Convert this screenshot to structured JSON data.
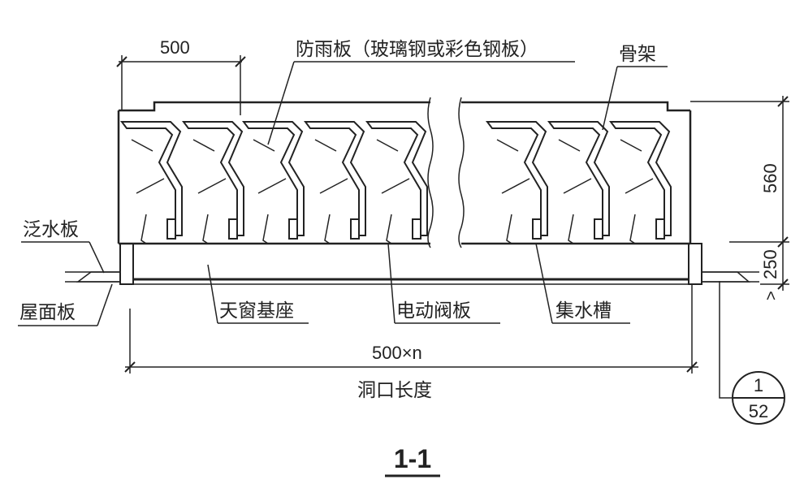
{
  "labels": {
    "rain_panel": "防雨板（玻璃钢或彩色钢板）",
    "frame": "骨架",
    "flashing": "泛水板",
    "roof_panel": "屋面板",
    "skylight_base": "天窗基座",
    "electric_damper": "电动阀板",
    "gutter": "集水槽",
    "opening_length": "洞口长度"
  },
  "dimensions": {
    "module_width": "500",
    "total_width": "500×n",
    "height_upper": "560",
    "height_lower": "250",
    "lower_suffix": ">"
  },
  "callout": {
    "top": "1",
    "bottom": "52"
  },
  "section_title": "1-1",
  "colors": {
    "line": "#222222",
    "background": "#ffffff"
  }
}
